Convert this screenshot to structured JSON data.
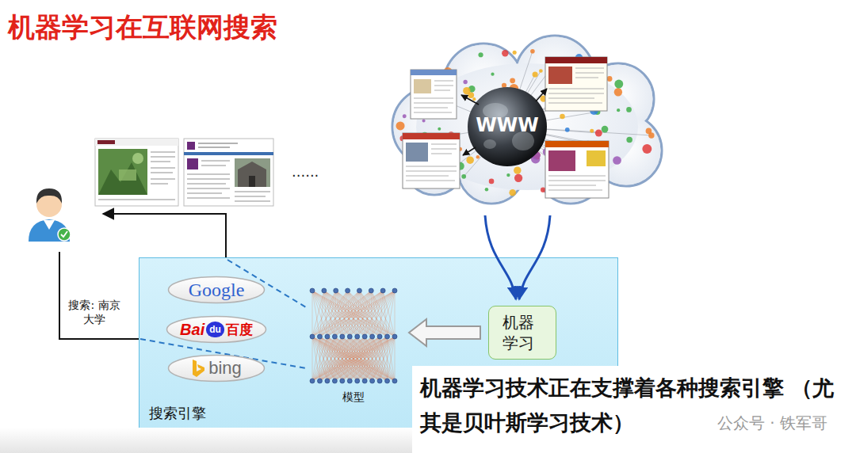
{
  "diagram": {
    "title": "机器学习在互联网搜索",
    "nodes": [
      {
        "text": [
          "搜索引擎"
        ]
      },
      {
        "text": [
          "Google"
        ],
        "in": 0
      },
      {
        "text": [
          "Bai",
          "du",
          "百度"
        ],
        "in": 0
      },
      {
        "text": [
          "bing"
        ],
        "in": 0
      },
      {
        "text": [
          "模型"
        ],
        "in": 0
      },
      {
        "text": [
          "机器 学习"
        ],
        "in": 0
      },
      {
        "text": [
          "机器学习技术正在支撑着各种搜索引擎 （尤其是贝叶斯学习技术）"
        ]
      }
    ],
    "edges": [
      {
        "from": 5,
        "to": 4,
        "arrow": "to"
      }
    ],
    "labels": [
      "......",
      "搜索: 南京大学",
      "WWW",
      "公众号 · 铁军哥"
    ]
  }
}
